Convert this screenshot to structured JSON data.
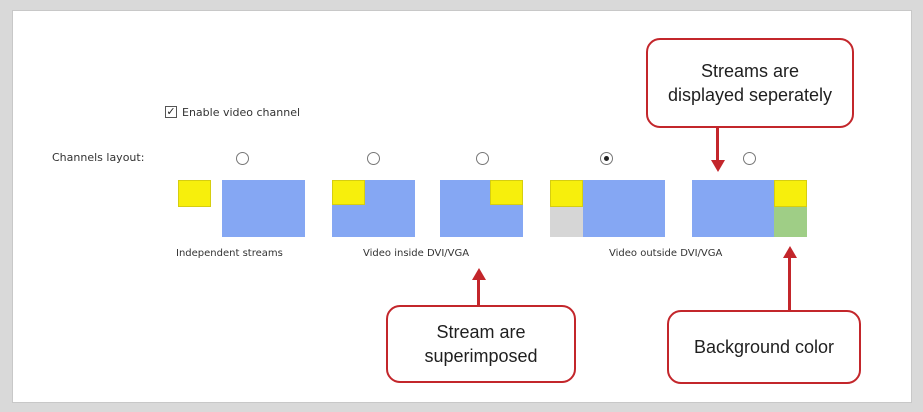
{
  "settings": {
    "enable_video_channel": {
      "label": "Enable video channel",
      "checked": true,
      "check_mark": "✓"
    },
    "channels_layout_label": "Channels layout:",
    "layouts": [
      {
        "id": "independent",
        "selected": false
      },
      {
        "id": "video-inside-1",
        "selected": false
      },
      {
        "id": "video-inside-2",
        "selected": false
      },
      {
        "id": "video-outside-1",
        "selected": true
      },
      {
        "id": "video-outside-2",
        "selected": false
      }
    ],
    "captions": {
      "independent": "Independent streams",
      "inside": "Video inside DVI/VGA",
      "outside": "Video outside DVI/VGA"
    }
  },
  "callouts": {
    "separately": "Streams are\ndisplayed seperately",
    "superimposed": "Stream are\nsuperimposed",
    "background": "Background color"
  },
  "colors": {
    "stream_blue": "#85a7f3",
    "stream_yellow": "#f7ef0c",
    "background_grey": "#d6d6d6",
    "background_green": "#9fce86",
    "callout_red": "#c3262b"
  }
}
